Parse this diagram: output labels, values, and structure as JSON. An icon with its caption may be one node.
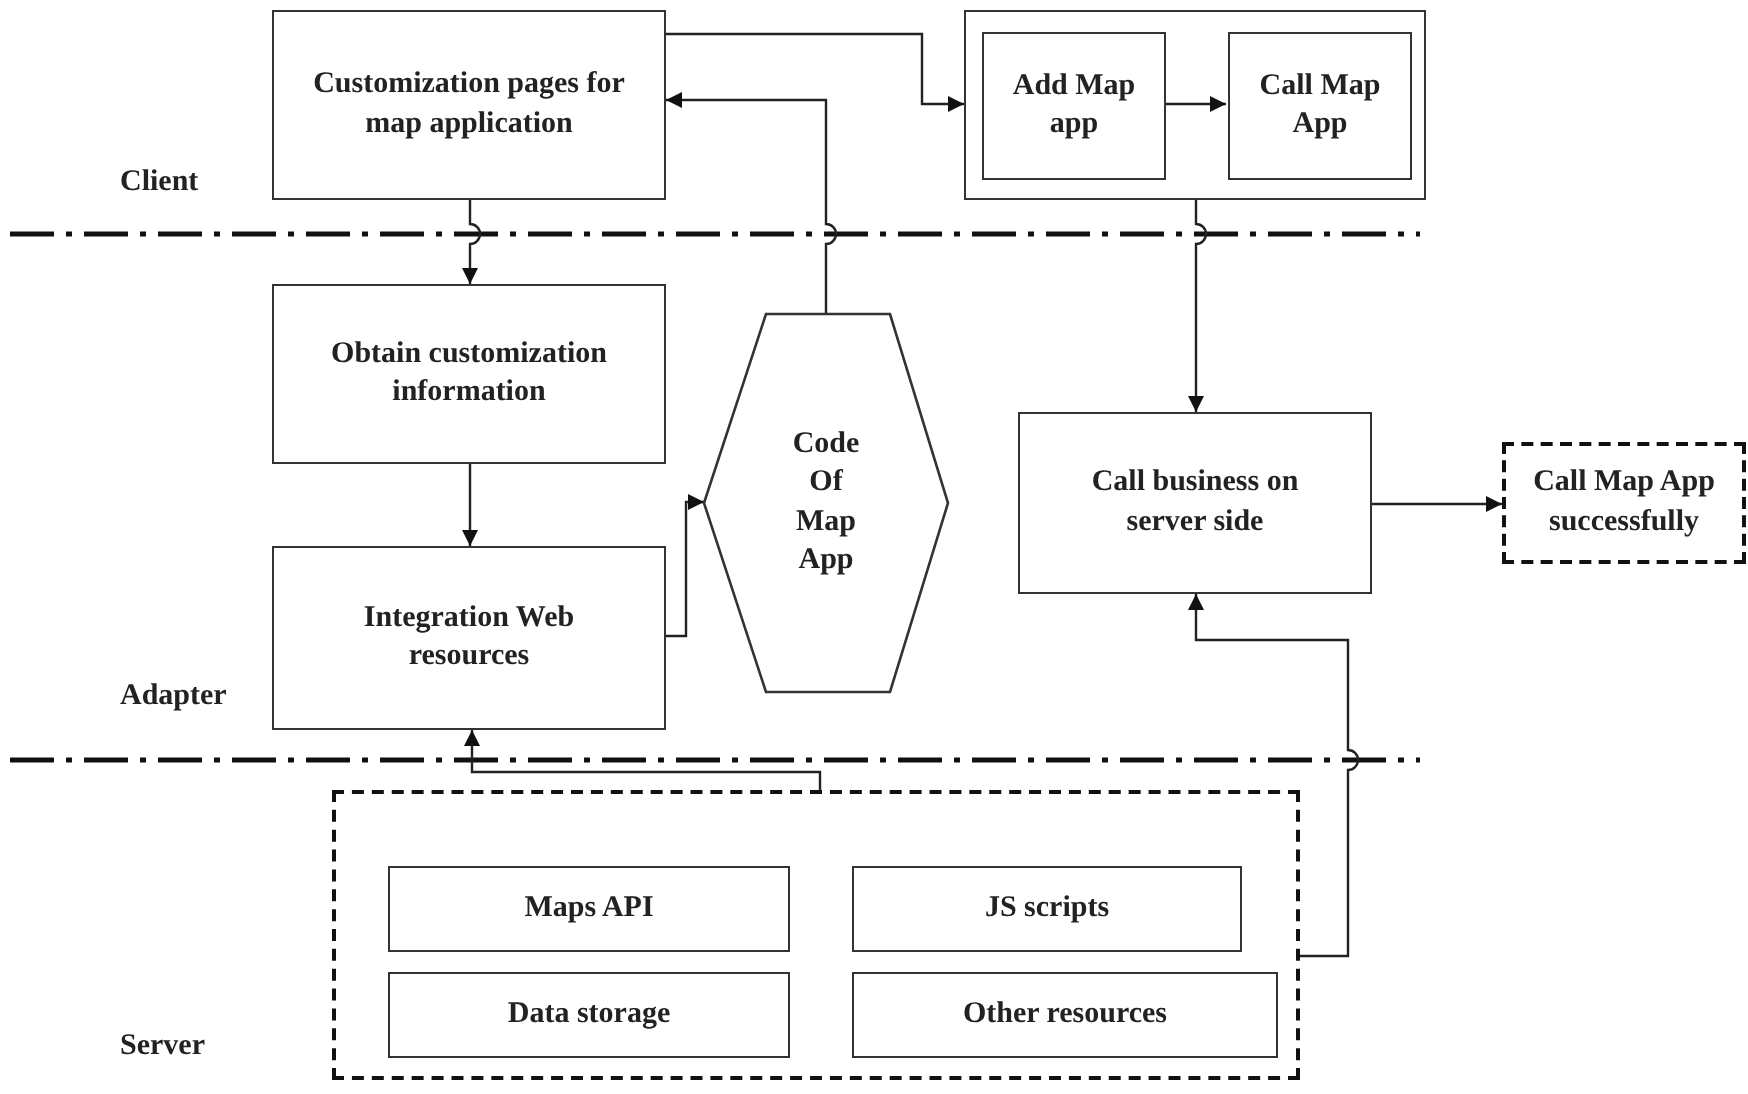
{
  "diagram": {
    "nodes": [
      {
        "text": [
          "Customization pages for map application"
        ]
      },
      {
        "text": [],
        "shape": "box"
      },
      {
        "text": [
          "Add Map app"
        ],
        "in": 1
      },
      {
        "text": [
          "Call Map App"
        ],
        "in": 1
      },
      {
        "text": [
          "Obtain customization information"
        ]
      },
      {
        "text": [
          "Integration Web resources"
        ]
      },
      {
        "text": [
          "Code Of Map App"
        ]
      },
      {
        "text": [
          "Call business on server side"
        ]
      },
      {
        "text": [
          "Call Map App successfully"
        ]
      },
      {
        "text": [],
        "shape": "box"
      },
      {
        "text": [
          "Maps API"
        ],
        "in": 9
      },
      {
        "text": [
          "JS scripts"
        ],
        "in": 9
      },
      {
        "text": [
          "Data storage"
        ],
        "in": 9
      },
      {
        "text": [
          "Other resources"
        ],
        "in": 9
      }
    ],
    "edges": [
      {
        "from": 0,
        "to": 1,
        "arrow": "to"
      },
      {
        "from": 6,
        "to": 0,
        "arrow": "to"
      },
      {
        "from": 2,
        "to": 3,
        "arrow": "to"
      },
      {
        "from": 0,
        "to": 4,
        "arrow": "to"
      },
      {
        "from": 4,
        "to": 5,
        "arrow": "to"
      },
      {
        "from": 5,
        "to": 6,
        "arrow": "to"
      },
      {
        "from": 1,
        "to": 7,
        "arrow": "to"
      },
      {
        "from": 7,
        "to": 8,
        "arrow": "to"
      },
      {
        "from": 9,
        "to": 5,
        "arrow": "to"
      },
      {
        "from": 9,
        "to": 7,
        "arrow": "to"
      }
    ],
    "labels": [
      "Client",
      "Adapter",
      "Server"
    ]
  }
}
